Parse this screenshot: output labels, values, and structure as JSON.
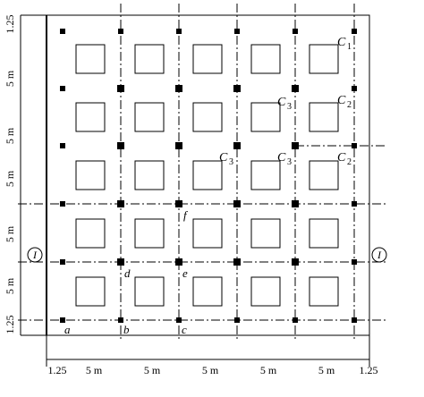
{
  "diagram": {
    "dim_left": [
      "1.25",
      "5 m",
      "5 m",
      "5 m",
      "5 m",
      "5 m",
      "1.25"
    ],
    "dim_bottom": [
      "1.25",
      "5 m",
      "5 m",
      "5 m",
      "5 m",
      "5 m",
      "1.25"
    ],
    "section_symbol": "I",
    "columns": {
      "c1": {
        "base": "C",
        "sub": "1"
      },
      "c2": {
        "base": "C",
        "sub": "2"
      },
      "c3": {
        "base": "C",
        "sub": "3"
      }
    },
    "points": {
      "a": "a",
      "b": "b",
      "c": "c",
      "d": "d",
      "e": "e",
      "f": "f"
    },
    "colors": {
      "line": "#000000",
      "background": "#ffffff"
    }
  }
}
